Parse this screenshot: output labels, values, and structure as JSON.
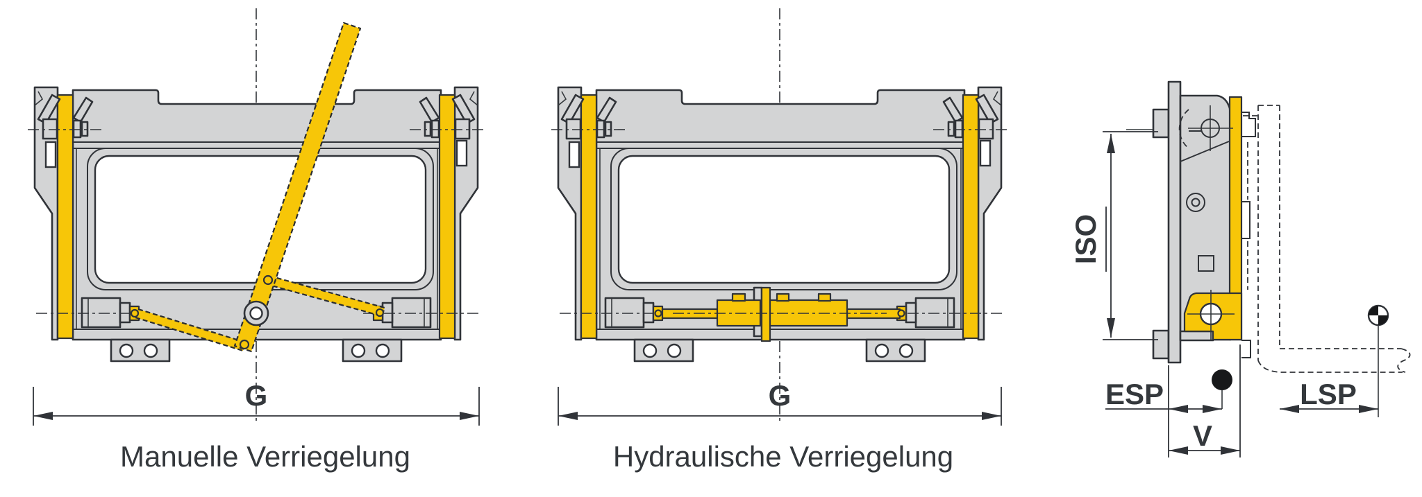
{
  "figure": {
    "manual": {
      "caption": "Manuelle Verriegelung",
      "dim_width": "G"
    },
    "hydraulic": {
      "caption": "Hydraulische Verriegelung",
      "dim_width": "G"
    },
    "side_view": {
      "dim_height": "ISO",
      "dim_backrest": "ESP",
      "dim_loadcenter": "LSP",
      "dim_offset": "V"
    }
  },
  "colors": {
    "part_yellow": "#f7c608",
    "part_gray": "#d3d4d5",
    "outline": "#303338",
    "text": "#34383c",
    "background": "#ffffff"
  },
  "icons": {
    "center_of_gravity": "crossed quadrant circle",
    "load_point": "filled circle"
  }
}
